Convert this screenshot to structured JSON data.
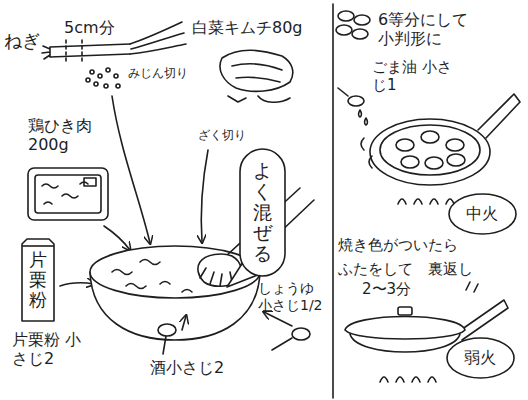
{
  "diagram": {
    "nodes": [
      {
        "text": [
          "片栗粉"
        ]
      },
      {
        "text": [
          "よく混ぜる"
        ]
      },
      {
        "text": [
          "中火"
        ]
      },
      {
        "text": [
          "弱火"
        ]
      }
    ],
    "labels": [
      "ねぎ",
      "5cm分",
      "白菜キムチ80g",
      "みじん切り",
      "ざく切り",
      "鶏ひき肉 200g",
      "片栗粉 小さじ2",
      "しょうゆ 小さじ1/2",
      "酒小さじ2",
      "6等分にして 小判形に",
      "ごま油 小さじ1",
      "焼き色がついたら",
      "ふたをして",
      "裏返し",
      "2〜3分"
    ]
  }
}
